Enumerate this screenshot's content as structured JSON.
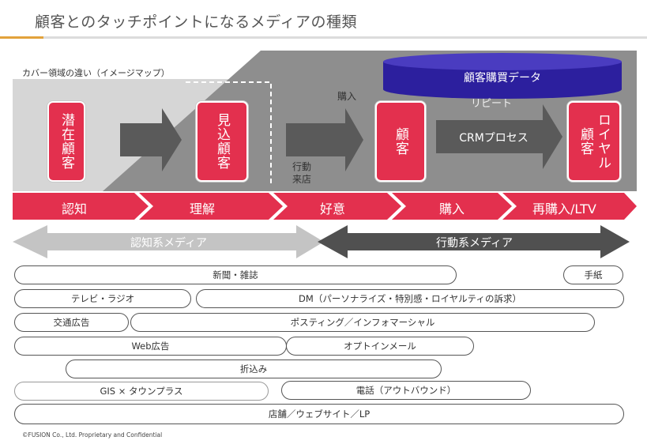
{
  "title": "顧客とのタッチポイントになるメディアの種類",
  "coverage_label": "カバー領域の違い（イメージマップ）",
  "database_label": "顧客購買データ",
  "boxes": {
    "potential": "潜在顧客",
    "prospect": "見込顧客",
    "customer": "顧客",
    "loyal_line1": "ロイヤル",
    "loyal_line2": "顧客"
  },
  "labels": {
    "purchase": "購入",
    "visit_line1": "行動",
    "visit_line2": "来店",
    "repeat": "リピート",
    "crm": "CRMプロセス"
  },
  "stages": [
    "認知",
    "理解",
    "好意",
    "購入",
    "再購入/LTV"
  ],
  "media_types": {
    "awareness": "認知系メディア",
    "action": "行動系メディア"
  },
  "media": {
    "newspaper": "新聞・雑誌",
    "letter": "手紙",
    "tv_radio": "テレビ・ラジオ",
    "dm": "DM（パーソナライズ・特別感・ロイヤルティの訴求）",
    "transit": "交通広告",
    "posting": "ポスティング／インフォマーシャル",
    "web_ad": "Web広告",
    "optin": "オプトインメール",
    "flyer": "折込み",
    "gis": "GIS × タウンプラス",
    "phone": "電話（アウトバウンド）",
    "store": "店舗／ウェブサイト／LP"
  },
  "footer": "©FUSION Co., Ltd. Proprietary and Confidential",
  "colors": {
    "accent_red": "#e3304e",
    "db_blue": "#2c1f9e",
    "dark_grey": "#5a5a5a",
    "mid_grey": "#8f8f8f",
    "light_grey": "#d7d7d7",
    "title_accent": "#e2a23b"
  }
}
